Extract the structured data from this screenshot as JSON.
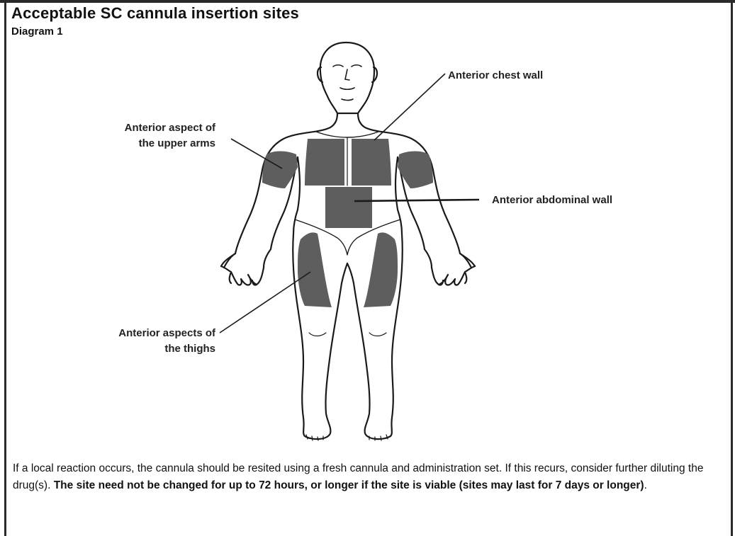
{
  "header": {
    "title": "Acceptable SC cannula insertion sites",
    "subtitle": "Diagram 1"
  },
  "labels": {
    "chest": "Anterior chest wall",
    "arms_line1": "Anterior aspect of",
    "arms_line2": "the upper arms",
    "abdomen": "Anterior abdominal wall",
    "thighs_line1": "Anterior aspects of",
    "thighs_line2": "the thighs"
  },
  "note": {
    "normal": "If a local reaction occurs, the cannula should be resited using a fresh cannula and administration set.  If this recurs, consider further diluting the drug(s). ",
    "bold": "The site need not be changed for up to 72 hours, or longer if the site is viable (sites may last for 7 days or longer)",
    "end": "."
  },
  "colors": {
    "shade": "#5e5e5e",
    "outline": "#1a1a1a"
  }
}
